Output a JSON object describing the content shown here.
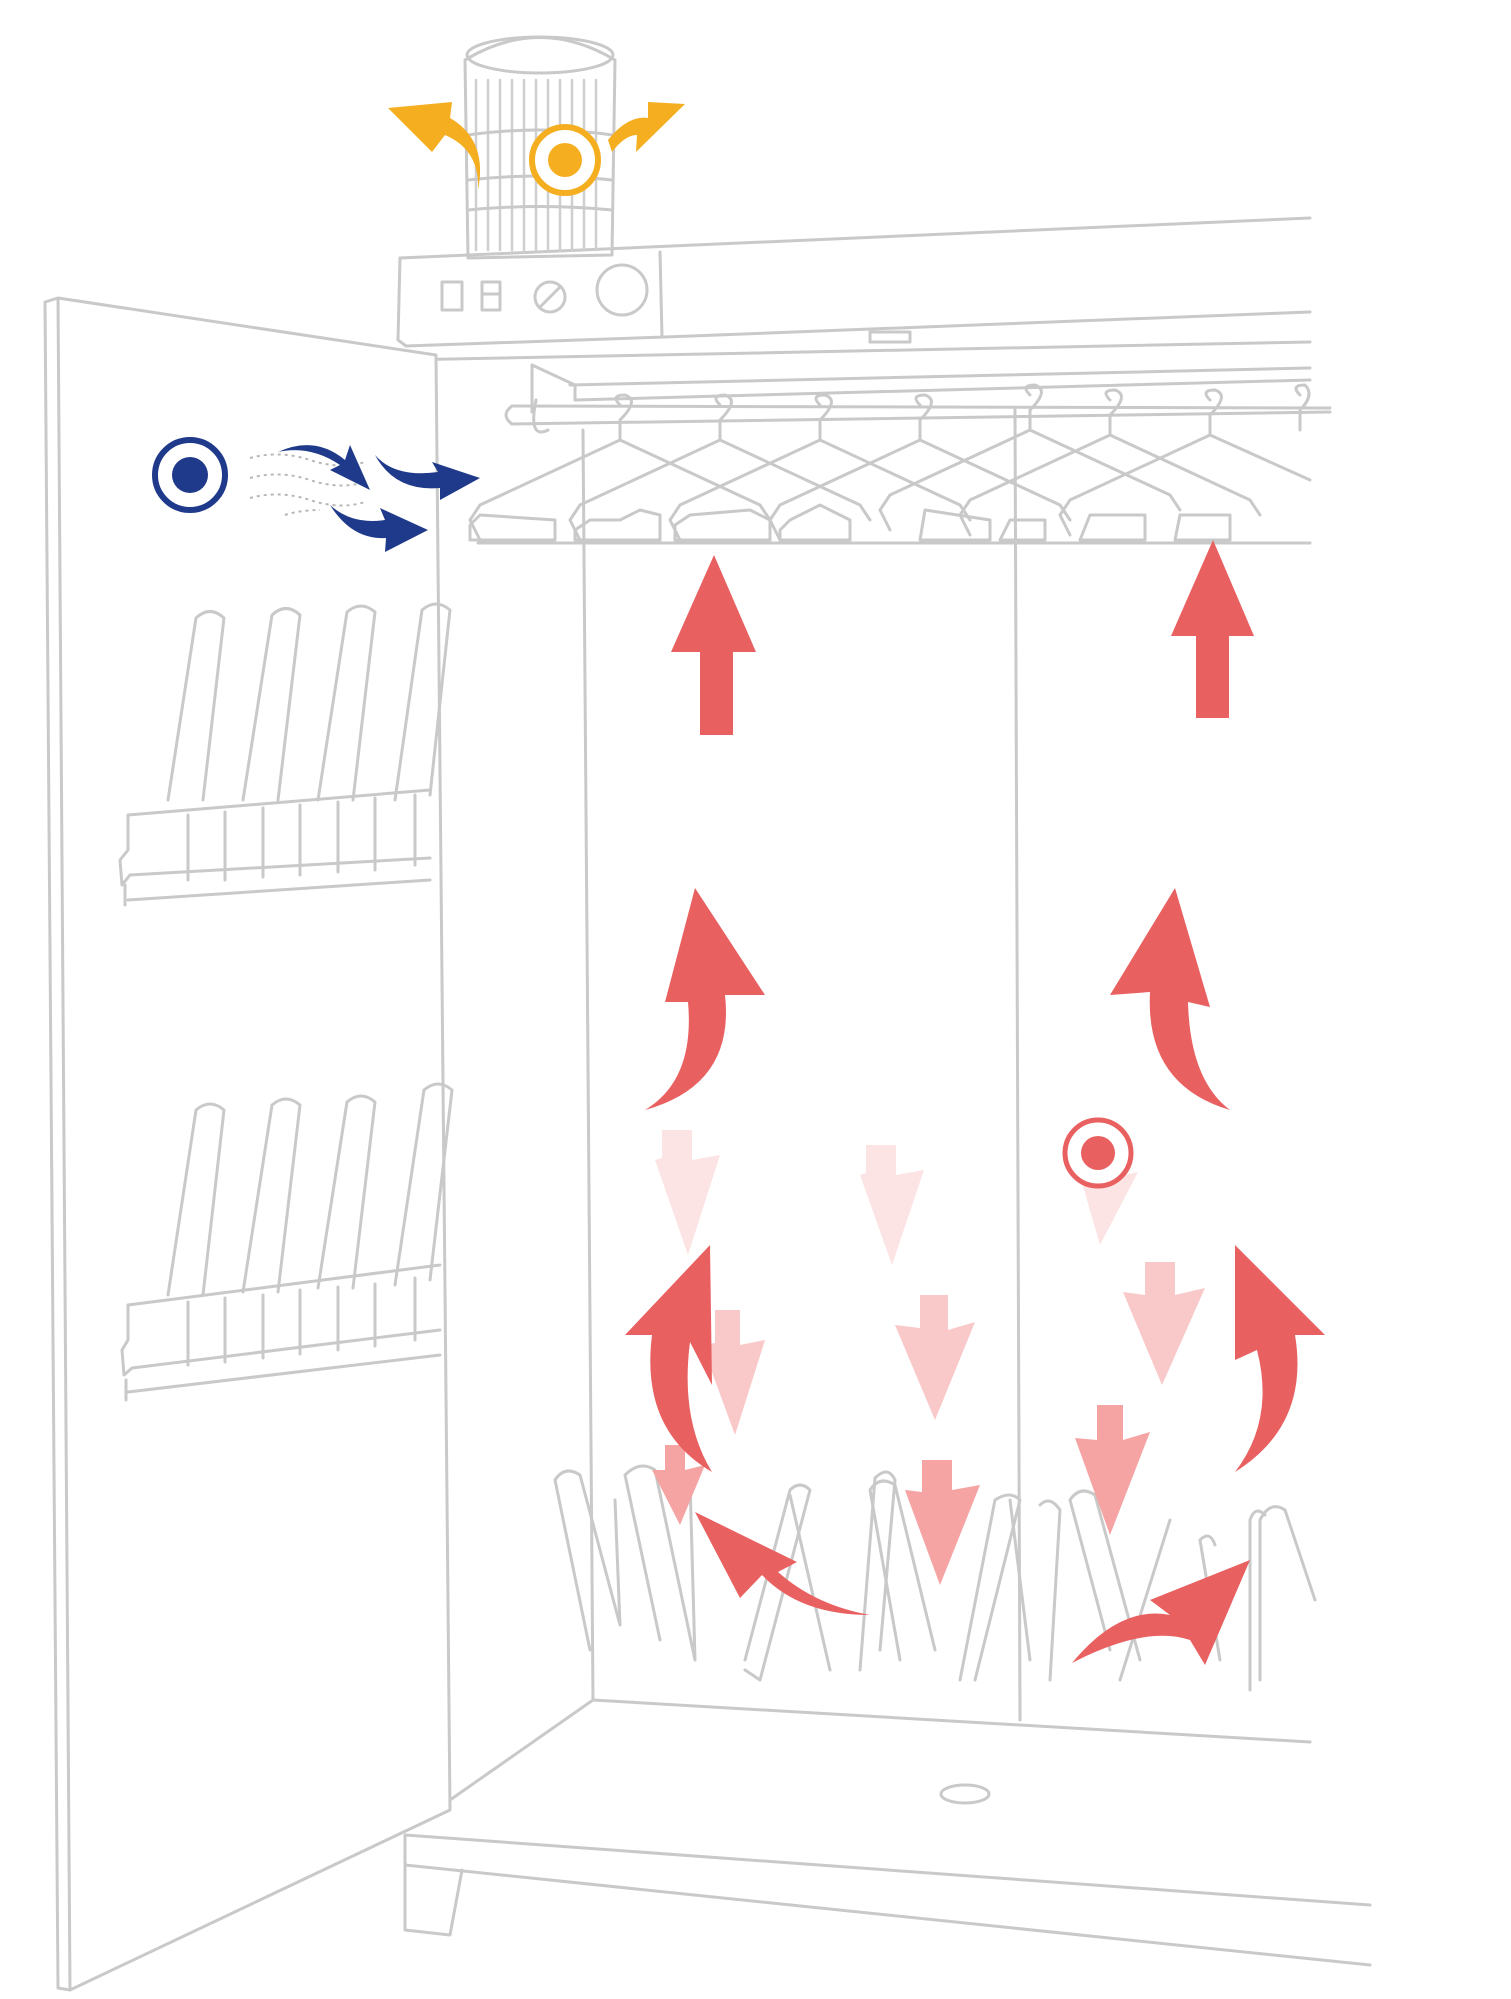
{
  "diagram": {
    "colors": {
      "outline": "#c9c9c9",
      "background": "#ffffff",
      "exhaust": "#f4ae1f",
      "intake": "#1f3a8a",
      "warm_air": "#e96061",
      "moist_air_light": "#fde4e4",
      "moist_air_mid": "#f9c8c8",
      "moist_air_dark": "#f5a3a3"
    },
    "markers": [
      {
        "id": "exhaust",
        "color": "#f4ae1f",
        "icon": "target-icon"
      },
      {
        "id": "intake",
        "color": "#1f3a8a",
        "icon": "target-icon"
      },
      {
        "id": "circulation",
        "color": "#e96061",
        "icon": "target-icon"
      }
    ],
    "icons": [
      "fan-unit-icon",
      "cabinet-icon",
      "hanger-icon",
      "boot-rack-icon",
      "arrow-icon"
    ]
  }
}
